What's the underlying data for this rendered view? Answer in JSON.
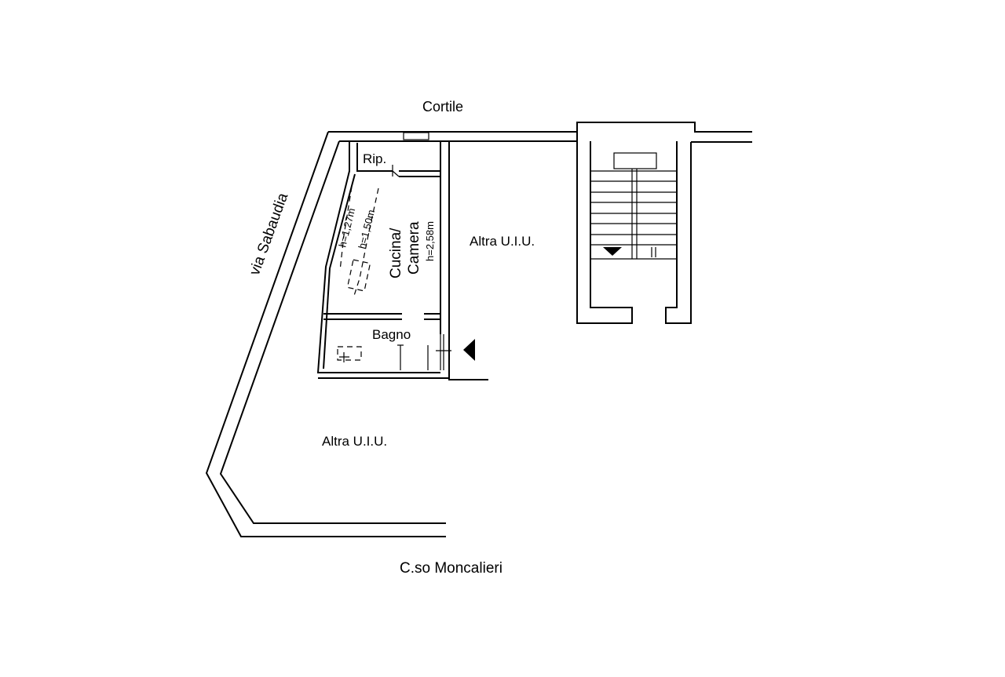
{
  "plan": {
    "labels": {
      "courtyard": "Cortile",
      "street_left": "via Sabaudia",
      "street_bottom": "C.so Moncalieri",
      "other_unit_right": "Altra U.I.U.",
      "other_unit_bottom": "Altra U.I.U.",
      "storage": "Rip.",
      "kitchen_line1": "Cucina/",
      "kitchen_line2": "Camera",
      "bathroom": "Bagno",
      "height_low": "h=1,27m",
      "height_mid": "h=1,50m",
      "height_main": "h=2,58m"
    }
  }
}
